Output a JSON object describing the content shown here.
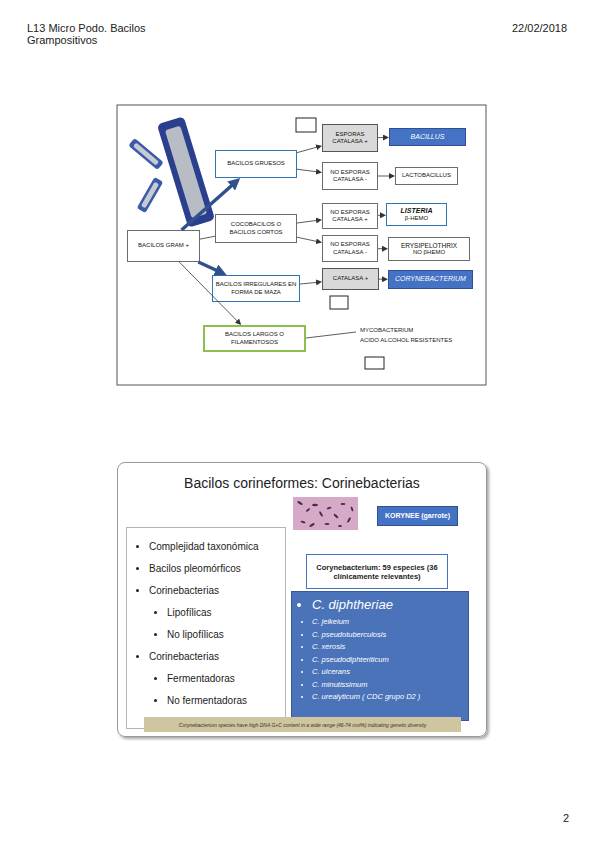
{
  "diagram": {
    "nodes": [
      {
        "text": [
          "BACILOS GRAM +"
        ]
      },
      {
        "text": [
          "BACILOS GRUESOS"
        ]
      },
      {
        "text": [
          "ESPORAS CATALASA +"
        ]
      },
      {
        "text": [
          "BACILLUS"
        ]
      },
      {
        "text": [
          "NO ESPORAS CATALASA -"
        ]
      },
      {
        "text": [
          "LACTOBACILLUS"
        ]
      },
      {
        "text": [
          "COCOBACILOS O BACILOS CORTOS"
        ]
      },
      {
        "text": [
          "NO ESPORAS CATALASA +"
        ]
      },
      {
        "text": [
          "LISTERIA",
          "β-HEMO"
        ]
      },
      {
        "text": [
          "NO ESPORAS CATALASA -"
        ]
      },
      {
        "text": [
          "ERYSIPELOTHRIX",
          "NO βHEMO"
        ]
      },
      {
        "text": [
          "BACILOS IRREGULARES EN FORMA DE MAZA"
        ]
      },
      {
        "text": [
          "CATALASA +"
        ]
      },
      {
        "text": [
          "CORYNEBACTERIUM"
        ]
      },
      {
        "text": [
          "BACILOS LARGOS O FILAMENTOSOS"
        ]
      },
      {
        "text": [
          "Bacilos corineformes: Corinebacterias"
        ]
      },
      {
        "text": [
          "Complejidad taxonómica",
          "Bacilos pleomórficos",
          "Corinebacterias",
          "Lipofílicas",
          "No lipofílicas",
          "Corinebacterias",
          "Fermentadoras",
          "No fermentadoras"
        ],
        "in": 15
      },
      {
        "text": [
          "KORYNEE (garrote)"
        ],
        "in": 15
      },
      {
        "text": [
          "Corynebacterium: 59 especies (36 clínicamente relevantes)"
        ],
        "in": 15
      },
      {
        "text": [
          "C. diphtheriae",
          "C. jeikeium",
          "C. pseudotuberculosis",
          "C. xerosis",
          "C. pseudodiphteriticum",
          "C. ulcerans",
          "C. minutissimum",
          "C. urealyticum ( CDC grupo D2 )"
        ],
        "in": 15
      },
      {
        "text": [
          "Corynebacterium species have high DNA G+C content in a wide range (46-74 mol%) indicating genetic diversity"
        ],
        "in": 15
      }
    ],
    "edges": [
      {
        "from": 0,
        "to": 1,
        "arrow": "to"
      },
      {
        "from": 0,
        "to": 6,
        "arrow": "none"
      },
      {
        "from": 0,
        "to": 11,
        "arrow": "to"
      },
      {
        "from": 0,
        "to": 14,
        "arrow": "to"
      },
      {
        "from": 1,
        "to": 2,
        "arrow": "to"
      },
      {
        "from": 1,
        "to": 4,
        "arrow": "to"
      },
      {
        "from": 2,
        "to": 3,
        "arrow": "to"
      },
      {
        "from": 4,
        "to": 5,
        "arrow": "to"
      },
      {
        "from": 6,
        "to": 7,
        "arrow": "to"
      },
      {
        "from": 6,
        "to": 9,
        "arrow": "to"
      },
      {
        "from": 7,
        "to": 8,
        "arrow": "to"
      },
      {
        "from": 9,
        "to": 10,
        "arrow": "to"
      },
      {
        "from": 11,
        "to": 12,
        "arrow": "to"
      },
      {
        "from": 12,
        "to": 13,
        "arrow": "to"
      }
    ],
    "labels": [
      "L13 Micro Podo. Bacilos Grampositivos",
      "22/02/2018",
      "2",
      "MYCOBACTERIUM",
      "ACIDO ALCOHOL RESISTENTES"
    ]
  }
}
